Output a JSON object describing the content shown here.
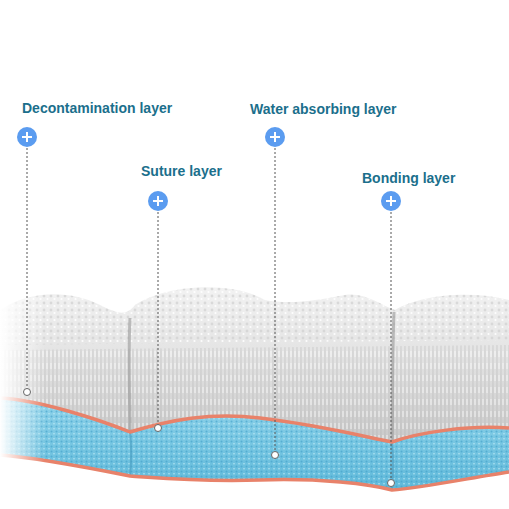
{
  "diagram": {
    "labels": [
      "Decontamination layer",
      "Suture layer",
      "Water absorbing layer",
      "Bonding layer"
    ]
  }
}
